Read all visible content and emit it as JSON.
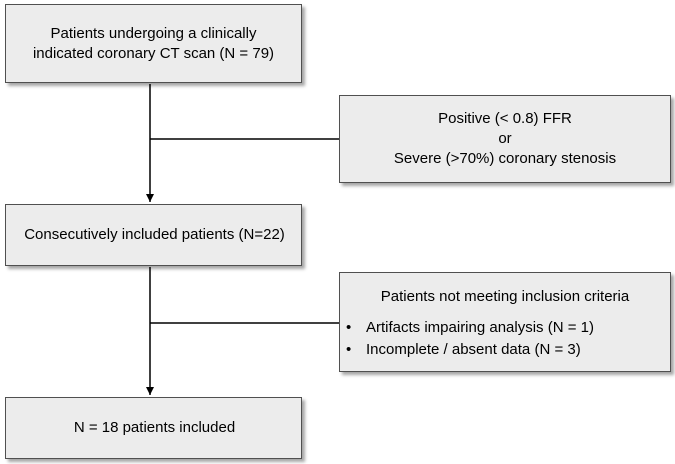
{
  "flowchart": {
    "start_box": {
      "lines": [
        "Patients undergoing a clinically",
        "indicated coronary CT scan (N =  79)"
      ]
    },
    "exclusion_box_1": {
      "lines": [
        "Positive (< 0.8) FFR",
        "or",
        "Severe (>70%) coronary stenosis"
      ]
    },
    "included_box": {
      "text": "Consecutively included patients (N=22)"
    },
    "exclusion_box_2": {
      "title": "Patients not meeting inclusion criteria",
      "bullet": "•",
      "items": [
        "Artifacts impairing analysis (N = 1)",
        "Incomplete / absent data (N = 3)"
      ]
    },
    "final_box": {
      "text": "N = 18 patients included"
    }
  },
  "colors": {
    "box_fill": "#ececec",
    "box_border": "#505050",
    "connector": "#000000"
  }
}
